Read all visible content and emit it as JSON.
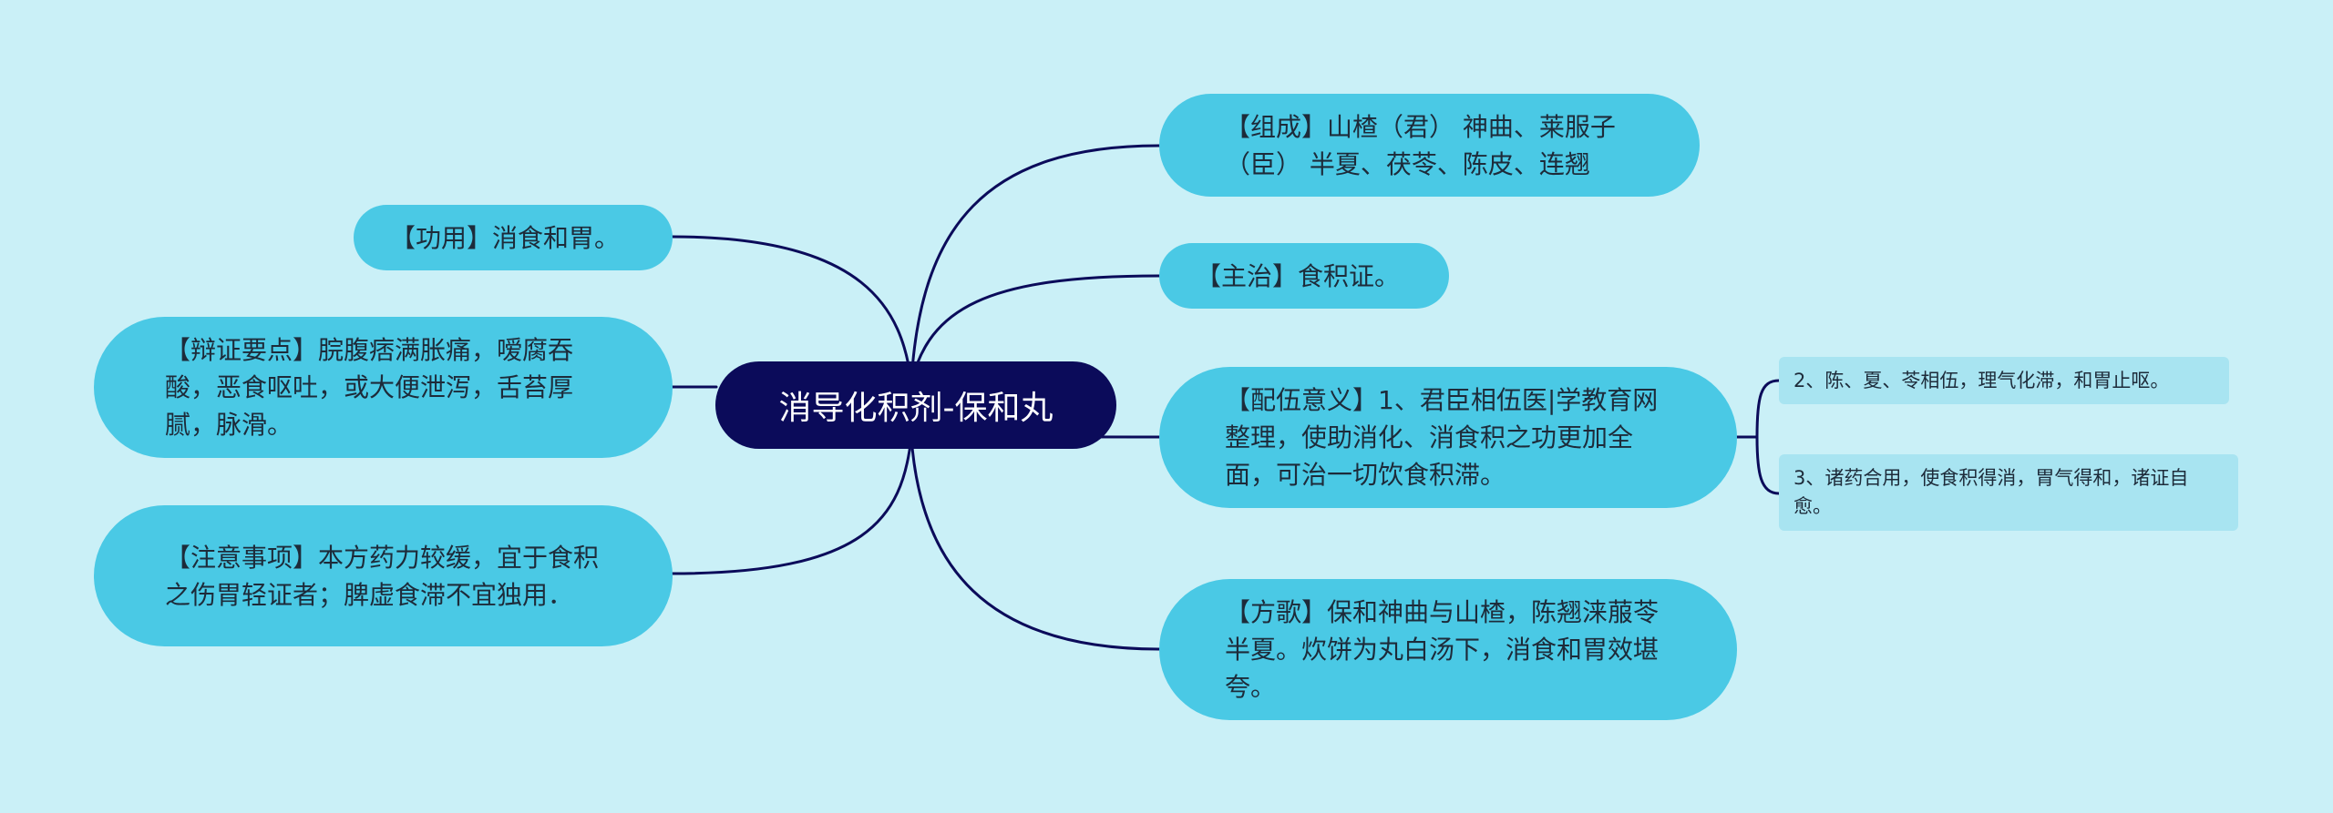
{
  "root": {
    "label": "消导化积剂-保和丸"
  },
  "left": {
    "usage": "【功用】消食和胃。",
    "diagnosis": "【辩证要点】脘腹痞满胀痛，嗳腐吞酸，恶食呕吐，或大便泄泻，舌苔厚腻，脉滑。",
    "caution": "【注意事项】本方药力较缓，宜于食积之伤胃轻证者；脾虚食滞不宜独用．"
  },
  "right": {
    "composition": "【组成】山楂（君） 神曲、莱服子（臣） 半夏、茯苓、陈皮、连翘",
    "indication": "【主治】食积证。",
    "compatibility": "【配伍意义】1、君臣相伍医|学教育网整理，使助消化、消食积之功更加全面，可治一切饮食积滞。",
    "verse": "【方歌】保和神曲与山楂，陈翘涞菔苓半夏。炊饼为丸白汤下，消食和胃效堪夸。"
  },
  "sub": {
    "item2": "2、陈、夏、苓相伍，理气化滞，和胃止呕。",
    "item3": "3、诸药合用，使食积得消，胃气得和，诸证自愈。"
  },
  "colors": {
    "background": "#caf0f7",
    "root_fill": "#0b0b5a",
    "bubble_fill": "#4ac9e5",
    "leaf_fill": "#a8e4f1",
    "connector": "#0b0b5a"
  }
}
